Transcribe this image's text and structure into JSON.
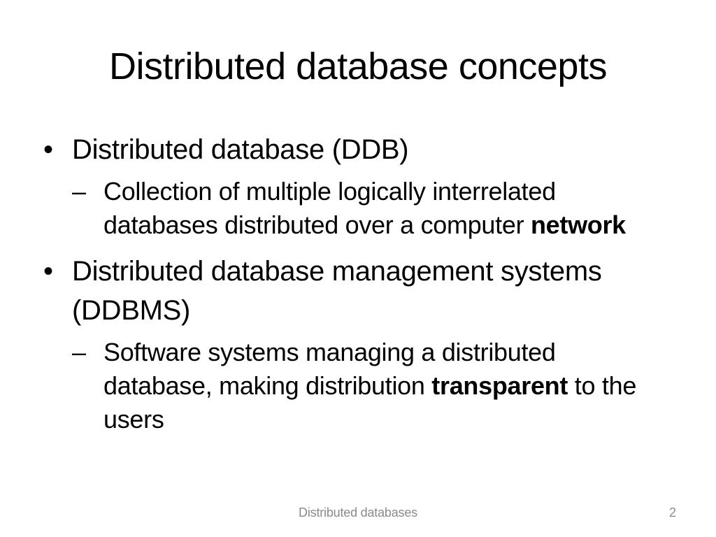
{
  "slide": {
    "title": "Distributed database concepts",
    "bullets": {
      "item0": {
        "marker": "•",
        "line0": "Distributed database (DDB)"
      },
      "item1": {
        "marker": "–",
        "line0": "Collection of multiple logically interrelated",
        "line1_pre": "databases distributed over a computer ",
        "line1_bold": "network"
      },
      "item2": {
        "marker": "•",
        "line0": "Distributed database management systems",
        "line1": "(DDBMS)"
      },
      "item3": {
        "marker": "–",
        "line0": "Software systems managing a distributed",
        "line1_pre": "database, making distribution ",
        "line1_bold": "transparent",
        "line1_post": " to the",
        "line2": "users"
      }
    },
    "footer": {
      "text": "Distributed databases",
      "page_number": "2"
    },
    "colors": {
      "background": "#ffffff",
      "text": "#000000",
      "footer_text": "#8a8a8a"
    }
  }
}
